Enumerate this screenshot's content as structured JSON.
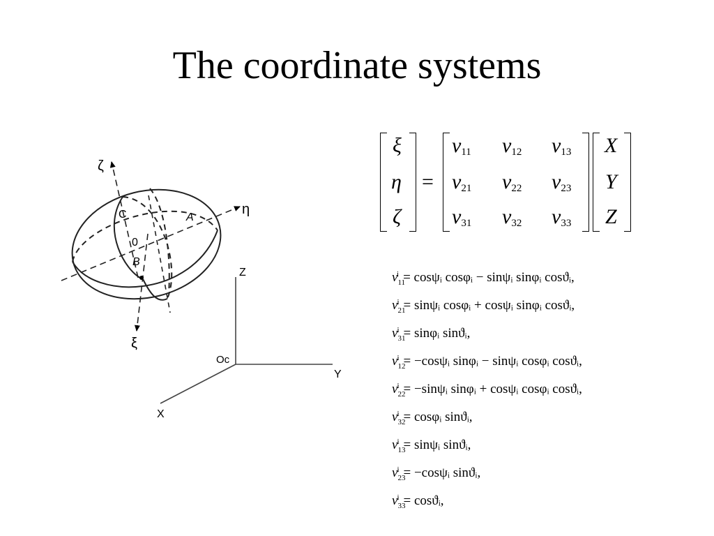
{
  "title": "The coordinate systems",
  "diagram": {
    "axis_zeta": "ζ",
    "axis_eta": "η",
    "axis_xi": "ξ",
    "point_C": "C",
    "point_A": "A",
    "point_B": "B",
    "origin_0": "0",
    "axis_Z": "Z",
    "axis_Y": "Y",
    "axis_X": "X",
    "origin_Oc": "Oc"
  },
  "matrix": {
    "left": [
      "ξ",
      "η",
      "ζ"
    ],
    "equals": "=",
    "rows": [
      [
        {
          "s": "ν",
          "sub": "11"
        },
        {
          "s": "ν",
          "sub": "12"
        },
        {
          "s": "ν",
          "sub": "13"
        }
      ],
      [
        {
          "s": "ν",
          "sub": "21"
        },
        {
          "s": "ν",
          "sub": "22"
        },
        {
          "s": "ν",
          "sub": "23"
        }
      ],
      [
        {
          "s": "ν",
          "sub": "31"
        },
        {
          "s": "ν",
          "sub": "32"
        },
        {
          "s": "ν",
          "sub": "33"
        }
      ]
    ],
    "right": [
      "X",
      "Y",
      "Z"
    ]
  },
  "equations": [
    {
      "sub": "11",
      "sup": "i",
      "rhs": "= cosψᵢ cosφᵢ − sinψᵢ sinφᵢ cosϑᵢ,"
    },
    {
      "sub": "21",
      "sup": "i",
      "rhs": "= sinψᵢ cosφᵢ + cosψᵢ sinφᵢ cosϑᵢ,"
    },
    {
      "sub": "31",
      "sup": "i",
      "rhs": "= sinφᵢ sinϑᵢ,"
    },
    {
      "sub": "12",
      "sup": "i",
      "rhs": "= −cosψᵢ sinφᵢ − sinψᵢ cosφᵢ cosϑᵢ,"
    },
    {
      "sub": "22",
      "sup": "i",
      "rhs": "= −sinψᵢ sinφᵢ + cosψᵢ cosφᵢ cosϑᵢ,"
    },
    {
      "sub": "32",
      "sup": "i",
      "rhs": "= cosφᵢ sinϑᵢ,"
    },
    {
      "sub": "13",
      "sup": "i",
      "rhs": "= sinψᵢ sinϑᵢ,"
    },
    {
      "sub": "23",
      "sup": "i",
      "rhs": "= −cosψᵢ sinϑᵢ,"
    },
    {
      "sub": "33",
      "sup": "i",
      "rhs": "= cosϑᵢ,"
    }
  ]
}
